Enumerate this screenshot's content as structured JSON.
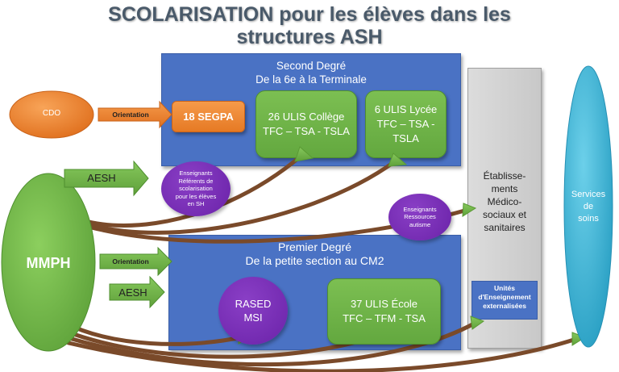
{
  "title": {
    "line1": "SCOLARISATION pour les élèves dans les",
    "line2": "structures ASH"
  },
  "second_degre": {
    "heading": "Second Degré",
    "subheading": "De la 6e à la Terminale",
    "segpa": "18 SEGPA",
    "ulis_college": {
      "line1": "26 ULIS Collège",
      "line2": "TFC – TSA - TSLA"
    },
    "ulis_lycee": {
      "line1": "6 ULIS Lycée",
      "line2": "TFC – TSA -",
      "line3": "TSLA"
    }
  },
  "premier_degre": {
    "heading": "Premier Degré",
    "subheading": "De la petite section au CM2",
    "rased": {
      "line1": "RASED",
      "line2": "MSI"
    },
    "ulis_ecole": {
      "line1": "37 ULIS École",
      "line2": "TFC – TFM - TSA"
    }
  },
  "cdo": "CDO",
  "mmph": "MMPH",
  "arrows": {
    "orientation_top": "Orientation",
    "aesh_top": "AESH",
    "orientation_bottom": "Orientation",
    "aesh_bottom": "AESH"
  },
  "enseignants_referents": [
    "Enseignants",
    "Référents de",
    "scolarisation",
    "pour les élèves",
    "en SH"
  ],
  "enseignants_ressources": [
    "Enseignants",
    "Ressources",
    "autisme"
  ],
  "etablissements": [
    "Établisse-",
    "ments",
    "Médico-",
    "sociaux et",
    "sanitaires"
  ],
  "unites": [
    "Unités",
    "d'Enseignement",
    "externalisées"
  ],
  "services": [
    "Services",
    "de",
    "soins"
  ],
  "colors": {
    "blue": "#4a72c4",
    "green": "#6fb548",
    "orange": "#ee8a36",
    "purple": "#7a30b8",
    "teal": "#3fb0d0"
  }
}
